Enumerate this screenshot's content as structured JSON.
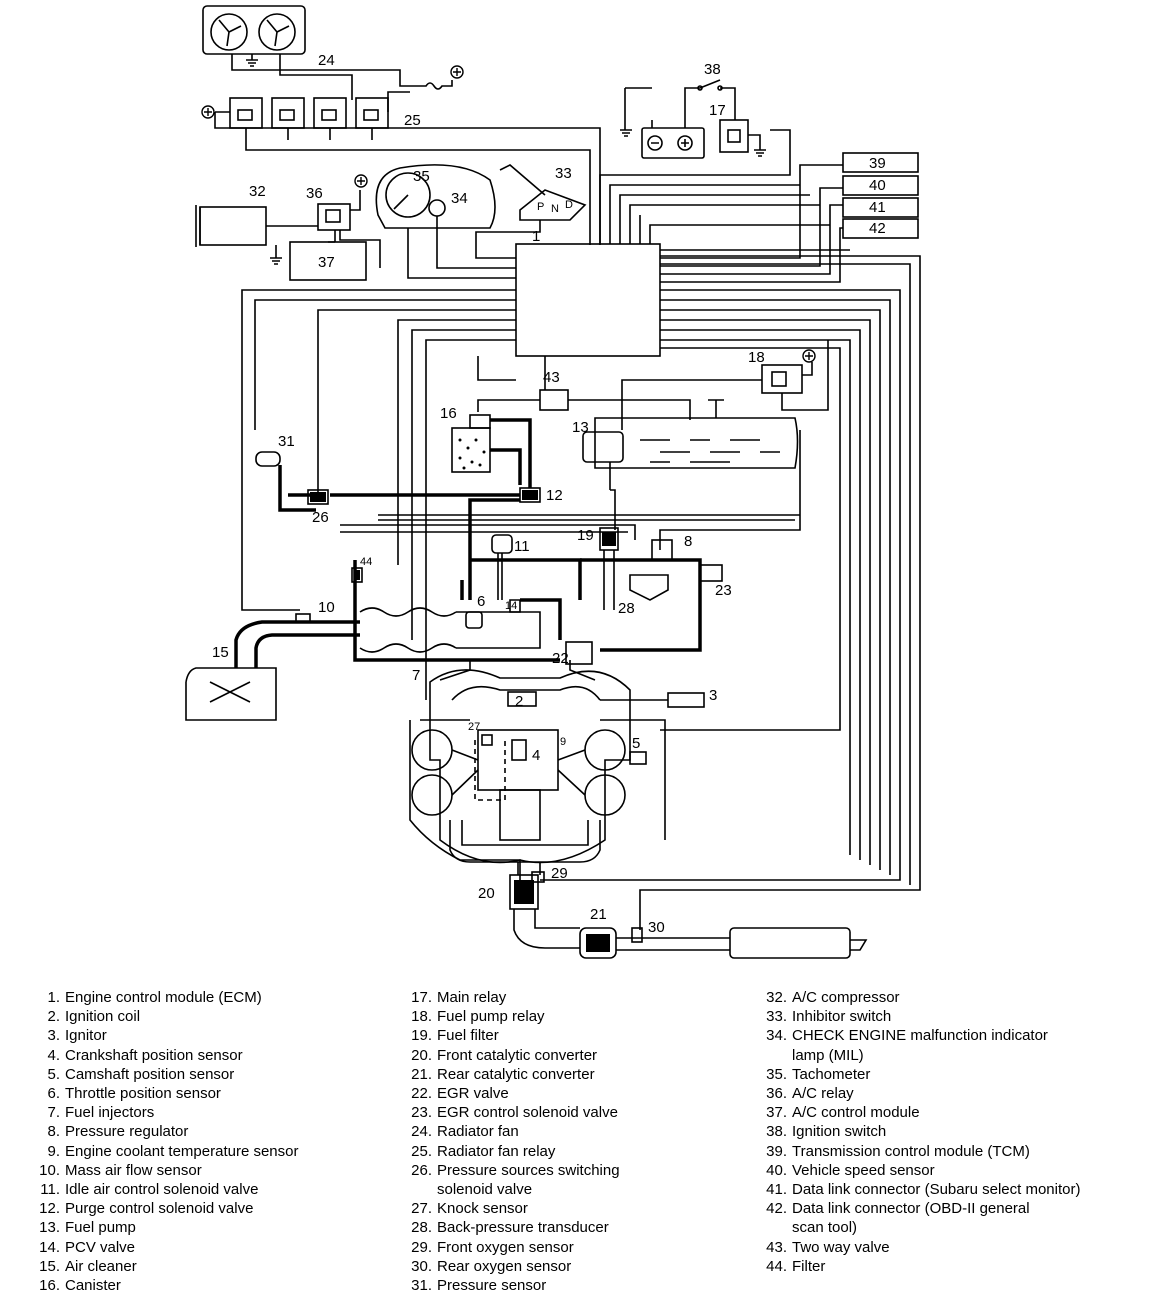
{
  "diagram": {
    "callouts": [
      "1",
      "2",
      "3",
      "4",
      "5",
      "6",
      "7",
      "8",
      "9",
      "10",
      "11",
      "12",
      "13",
      "14",
      "15",
      "16",
      "17",
      "18",
      "19",
      "20",
      "21",
      "22",
      "23",
      "24",
      "25",
      "26",
      "27",
      "28",
      "29",
      "30",
      "31",
      "32",
      "33",
      "34",
      "35",
      "36",
      "37",
      "38",
      "39",
      "40",
      "41",
      "42",
      "43",
      "44"
    ],
    "selector_letters": [
      "P",
      "N",
      "D"
    ],
    "module_boxes": [
      "39",
      "40",
      "41",
      "42",
      "37"
    ],
    "symbols": [
      "positive-terminal-icon",
      "ground-icon",
      "fuse-icon",
      "battery-icon",
      "switch-icon"
    ]
  },
  "legend": {
    "columns": [
      [
        {
          "n": "1.",
          "t": "Engine control module (ECM)"
        },
        {
          "n": "2.",
          "t": "Ignition coil"
        },
        {
          "n": "3.",
          "t": "Ignitor"
        },
        {
          "n": "4.",
          "t": "Crankshaft position sensor"
        },
        {
          "n": "5.",
          "t": "Camshaft position sensor"
        },
        {
          "n": "6.",
          "t": "Throttle position sensor"
        },
        {
          "n": "7.",
          "t": "Fuel injectors"
        },
        {
          "n": "8.",
          "t": "Pressure regulator"
        },
        {
          "n": "9.",
          "t": "Engine coolant temperature sensor"
        },
        {
          "n": "10.",
          "t": "Mass air flow sensor"
        },
        {
          "n": "11.",
          "t": "Idle air control solenoid valve"
        },
        {
          "n": "12.",
          "t": "Purge control solenoid valve"
        },
        {
          "n": "13.",
          "t": "Fuel pump"
        },
        {
          "n": "14.",
          "t": "PCV valve"
        },
        {
          "n": "15.",
          "t": "Air cleaner"
        },
        {
          "n": "16.",
          "t": "Canister"
        }
      ],
      [
        {
          "n": "17.",
          "t": "Main relay"
        },
        {
          "n": "18.",
          "t": "Fuel pump relay"
        },
        {
          "n": "19.",
          "t": "Fuel filter"
        },
        {
          "n": "20.",
          "t": "Front catalytic converter"
        },
        {
          "n": "21.",
          "t": "Rear catalytic converter"
        },
        {
          "n": "22.",
          "t": "EGR valve"
        },
        {
          "n": "23.",
          "t": "EGR control solenoid valve"
        },
        {
          "n": "24.",
          "t": "Radiator fan"
        },
        {
          "n": "25.",
          "t": "Radiator fan relay"
        },
        {
          "n": "26.",
          "t": "Pressure sources switching\nsolenoid valve"
        },
        {
          "n": "27.",
          "t": "Knock sensor"
        },
        {
          "n": "28.",
          "t": "Back-pressure transducer"
        },
        {
          "n": "29.",
          "t": "Front oxygen sensor"
        },
        {
          "n": "30.",
          "t": "Rear oxygen sensor"
        },
        {
          "n": "31.",
          "t": "Pressure sensor"
        }
      ],
      [
        {
          "n": "32.",
          "t": "A/C compressor"
        },
        {
          "n": "33.",
          "t": "Inhibitor switch"
        },
        {
          "n": "34.",
          "t": "CHECK ENGINE malfunction indicator\nlamp (MIL)"
        },
        {
          "n": "35.",
          "t": "Tachometer"
        },
        {
          "n": "36.",
          "t": "A/C relay"
        },
        {
          "n": "37.",
          "t": "A/C control module"
        },
        {
          "n": "38.",
          "t": "Ignition switch"
        },
        {
          "n": "39.",
          "t": "Transmission control module (TCM)"
        },
        {
          "n": "40.",
          "t": "Vehicle speed sensor"
        },
        {
          "n": "41.",
          "t": "Data link connector (Subaru select monitor)"
        },
        {
          "n": "42.",
          "t": "Data link connector (OBD-II general\nscan tool)"
        },
        {
          "n": "43.",
          "t": "Two way valve"
        },
        {
          "n": "44.",
          "t": "Filter"
        }
      ]
    ]
  }
}
